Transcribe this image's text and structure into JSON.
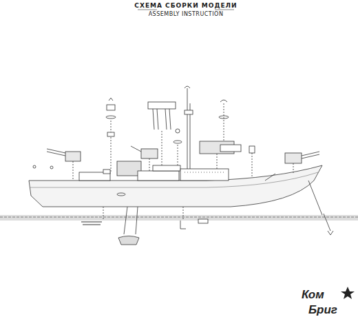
{
  "diagram": {
    "title": "СХЕМА СБОРКИ МОДЕЛИ",
    "labels": [
      "ASSEMBLY INSTRUCTION",
      "Ком",
      "Бриг"
    ]
  }
}
